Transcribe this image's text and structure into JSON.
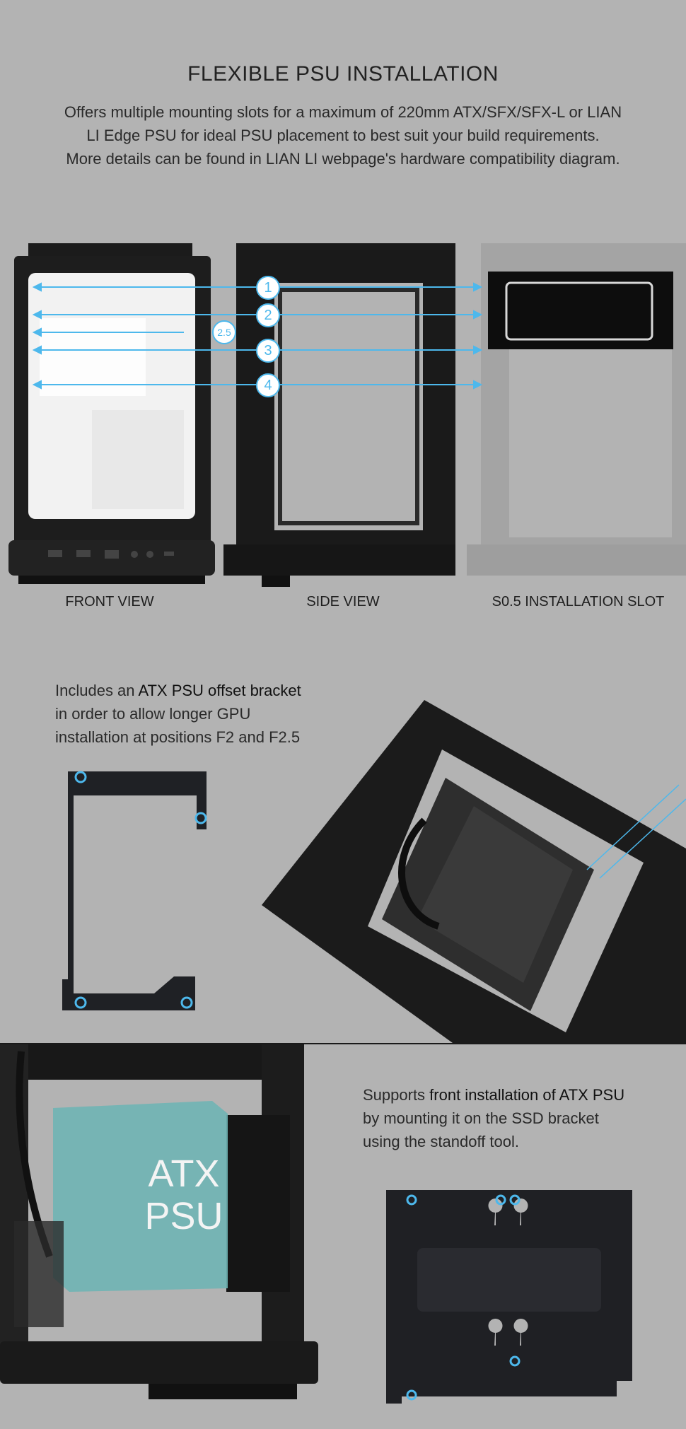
{
  "header": {
    "title": "FLEXIBLE PSU INSTALLATION",
    "description_lines": [
      "Offers multiple mounting slots for a maximum of 220mm ATX/SFX/SFX-L or LIAN",
      "LI Edge PSU for ideal PSU placement to best suit your build requirements.",
      "More details can be found in LIAN LI webpage's hardware compatibility diagram."
    ]
  },
  "views": {
    "front": "FRONT VIEW",
    "side": "SIDE VIEW",
    "slot": "S0.5 INSTALLATION SLOT"
  },
  "slot_markers": [
    "1",
    "2",
    "2.5",
    "3",
    "4"
  ],
  "offset_bracket": {
    "prefix": "Includes an ",
    "emphasis": "ATX PSU offset bracket",
    "line2": "in order to allow longer GPU",
    "line3": "installation at positions F2 and F2.5"
  },
  "front_install": {
    "prefix": "Supports ",
    "emphasis": "front installation of ATX PSU",
    "line2": "by mounting it on the SSD bracket",
    "line3": "using the standoff tool."
  },
  "psu_box": {
    "line1": "ATX",
    "line2": "PSU"
  },
  "colors": {
    "background": "#b3b3b3",
    "accent": "#4db8ec",
    "chassis": "#1c1c1c",
    "psu_teal": "#6fb4b4"
  }
}
